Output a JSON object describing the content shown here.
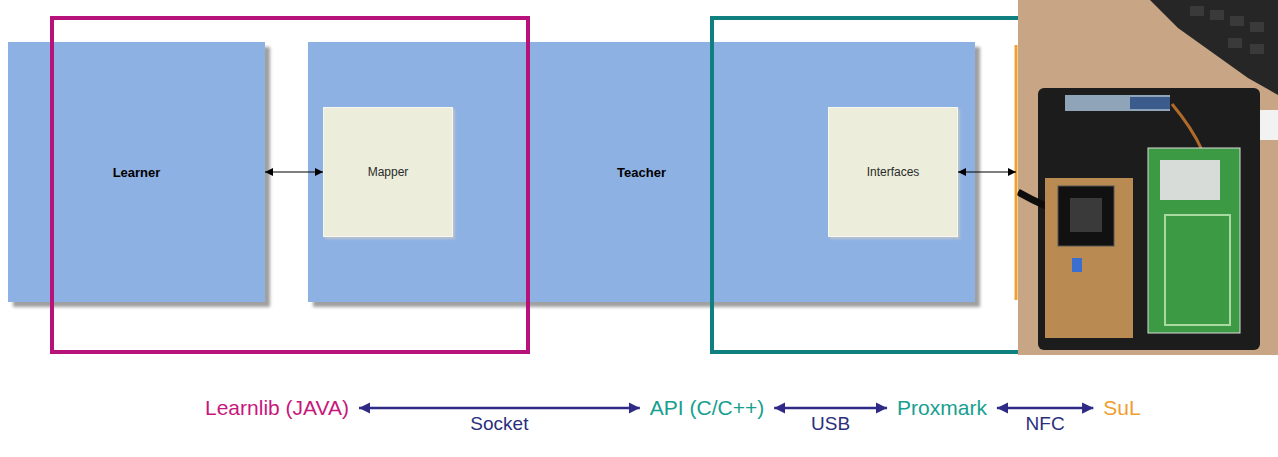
{
  "diagram": {
    "nodes": [
      {
        "text": [
          "Learner"
        ]
      },
      {
        "text": [
          "Teacher"
        ]
      },
      {
        "text": [
          "Mapper"
        ],
        "in": 1
      },
      {
        "text": [
          "Interfaces"
        ],
        "in": 1
      },
      {
        "text": [
          "Learnlib (JAVA)"
        ]
      },
      {
        "text": [
          "API (C/C++)"
        ]
      },
      {
        "text": [
          "Proxmark"
        ]
      },
      {
        "text": [
          "SuL"
        ]
      }
    ],
    "edges": [
      {
        "from": 0,
        "to": 2,
        "arrow": "both"
      },
      {
        "from": 4,
        "to": 5,
        "label": "Socket",
        "arrow": "both"
      },
      {
        "from": 5,
        "to": 6,
        "label": "USB",
        "arrow": "both"
      },
      {
        "from": 6,
        "to": 7,
        "label": "NFC",
        "arrow": "both"
      }
    ]
  }
}
